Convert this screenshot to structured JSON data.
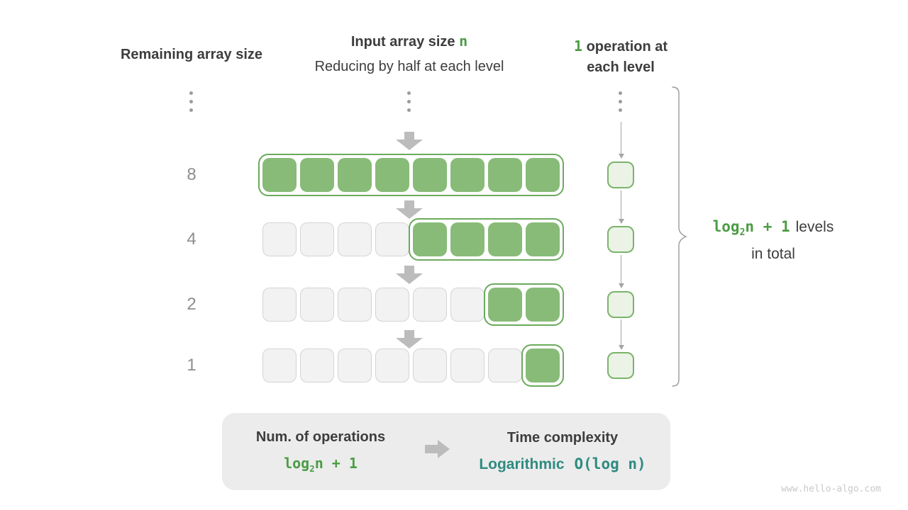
{
  "page": {
    "watermark": "www.hello-algo.com"
  },
  "headers": {
    "left": "Remaining array size",
    "mid_bold": "Input array size",
    "mid_var": "n",
    "mid_sub": "Reducing by half at each level",
    "right_num": "1",
    "right_line1": "operation at",
    "right_line2": "each level"
  },
  "rows": [
    {
      "label": "8",
      "gray_cells": 0,
      "green_cells": 8
    },
    {
      "label": "4",
      "gray_cells": 4,
      "green_cells": 4
    },
    {
      "label": "2",
      "gray_cells": 6,
      "green_cells": 2
    },
    {
      "label": "1",
      "gray_cells": 7,
      "green_cells": 1
    }
  ],
  "operations_per_level": 1,
  "brace": {
    "f_log": "log",
    "f_sub": "2",
    "f_rest": "n + 1",
    "line1": "levels",
    "line2": "in total"
  },
  "summary": {
    "left_title": "Num. of operations",
    "f_log": "log",
    "f_sub": "2",
    "f_rest": "n + 1",
    "right_title": "Time complexity",
    "right_type": "Logarithmic",
    "right_bigO": "O(log n)"
  },
  "colors": {
    "cell_green": "#88bb78",
    "cell_gray": "#f2f2f2",
    "wrap_border_green": "#6baa5d",
    "op_cell_fill": "#eaf3e5",
    "text_dark": "#3d3d3d",
    "text_green": "#4c9c45",
    "text_teal": "#2e8b80",
    "arrow_gray": "#bcbcbc",
    "box_bg": "#ececec"
  }
}
